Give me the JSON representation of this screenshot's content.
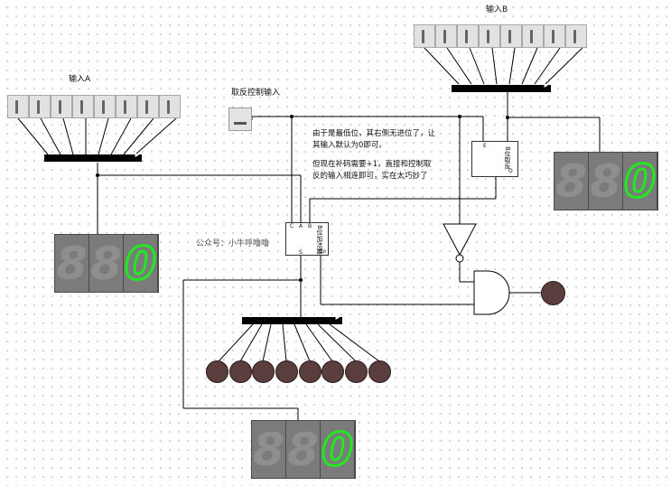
{
  "labels": {
    "input_a": "输入A",
    "input_b": "输入B",
    "invert_control": "取反控制输入",
    "watermark": "公众号：小牛呼噜噜"
  },
  "note": {
    "line1": "由于是最低位，其右侧无进位了，让",
    "line2": "其输入默认为0即可。",
    "line3": "但现在补码需要+1，直接和控制取",
    "line4": "反的输入相连即可，实在太巧妙了"
  },
  "components": {
    "inverter": {
      "name": "8位取反",
      "pin_left": "E",
      "pin_right": "O"
    },
    "adder": {
      "name": "8位加法器",
      "pin_a": "A",
      "pin_b": "B",
      "pin_c": "C",
      "pin_s": "S",
      "pin_cout": "Co"
    }
  },
  "displays": {
    "a": [
      "8",
      "8",
      "0"
    ],
    "b": [
      "8",
      "8",
      "0"
    ],
    "sum": [
      "8",
      "8",
      "0"
    ]
  },
  "colors": {
    "segment_on": "#22e822",
    "segment_off": "#8e8e8e",
    "wire": "#000000",
    "led": "#5a3e3e"
  },
  "switches": {
    "input_a_count": 8,
    "input_b_count": 8
  },
  "output_leds": 8
}
